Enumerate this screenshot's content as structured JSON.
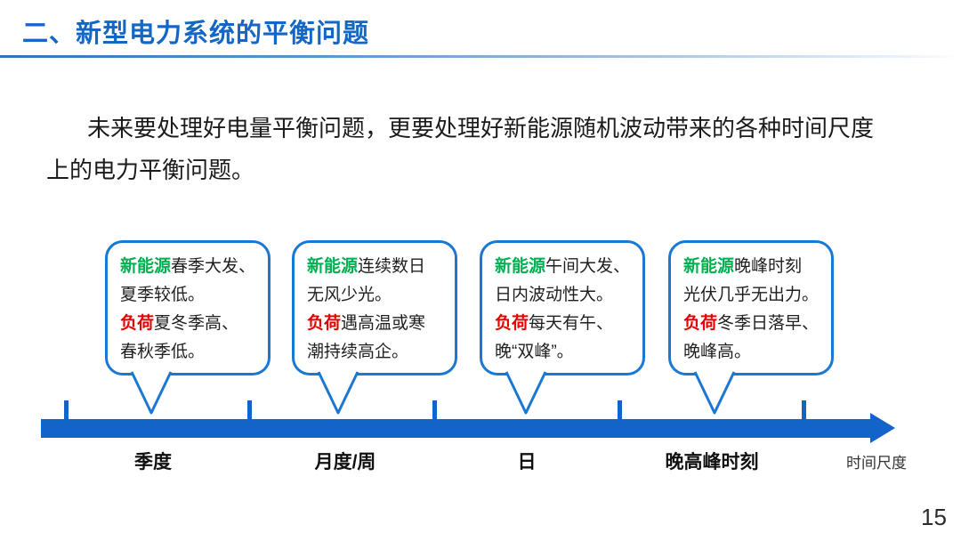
{
  "header": {
    "title": "二、新型电力系统的平衡问题"
  },
  "intro": {
    "line1": "未来要处理好电量平衡问题，更要处理好新能源随机波动带来的各种时间尺度",
    "line2": "上的电力平衡问题。"
  },
  "bubbles": [
    {
      "source_label": "新能源",
      "source_text1": "春季大发、",
      "source_text2": "夏季较低。",
      "load_label": "负荷",
      "load_text1": "夏冬季高、",
      "load_text2": "春秋季低。"
    },
    {
      "source_label": "新能源",
      "source_text1": "连续数日",
      "source_text2": "无风少光。",
      "load_label": "负荷",
      "load_text1": "遇高温或寒",
      "load_text2": "潮持续高企。"
    },
    {
      "source_label": "新能源",
      "source_text1": "午间大发、",
      "source_text2": "日内波动性大。",
      "load_label": "负荷",
      "load_text1": "每天有午、",
      "load_text2": "晚“双峰”。"
    },
    {
      "source_label": "新能源",
      "source_text1": "晚峰时刻",
      "source_text2": "光伏几乎无出力。",
      "load_label": "负荷",
      "load_text1": "冬季日落早、",
      "load_text2": "晚峰高。"
    }
  ],
  "timeline": {
    "labels": [
      "季度",
      "月度/周",
      "日",
      "晚高峰时刻"
    ],
    "axis_label": "时间尺度"
  },
  "page_number": "15",
  "colors": {
    "title_blue": "#1467C4",
    "bubble_border_blue": "#1A78D2",
    "arrow_blue": "#1264C8",
    "source_green": "#00B050",
    "load_red": "#E60000"
  }
}
